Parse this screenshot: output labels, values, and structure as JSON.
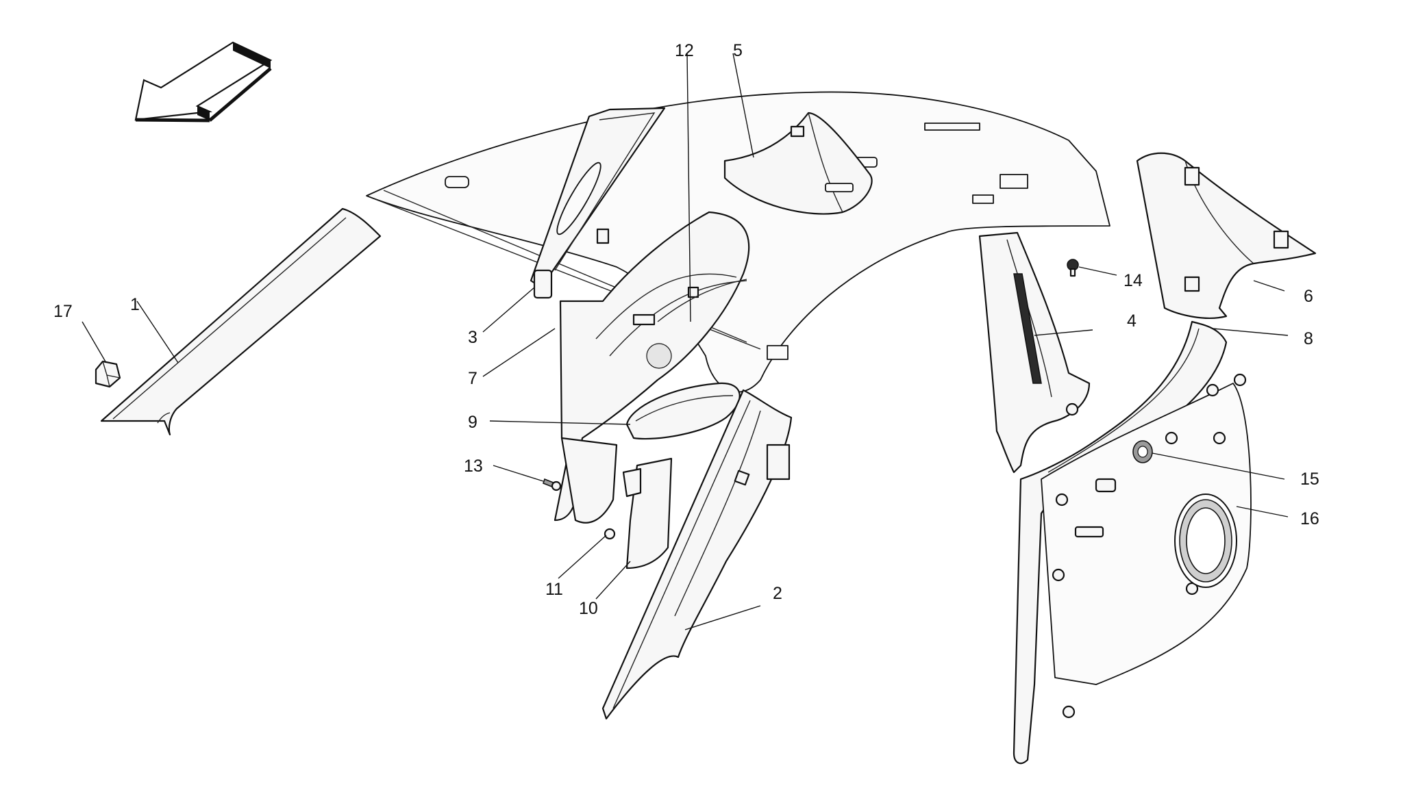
{
  "callouts": {
    "c1": "1",
    "c2": "2",
    "c3": "3",
    "c4": "4",
    "c5": "5",
    "c6": "6",
    "c7": "7",
    "c8": "8",
    "c9": "9",
    "c10": "10",
    "c11": "11",
    "c12": "12",
    "c13": "13",
    "c14": "14",
    "c15": "15",
    "c16": "16",
    "c17": "17"
  },
  "icons": {
    "direction_arrow": "direction-arrow-icon"
  },
  "colors": {
    "line": "#111111",
    "fill": "#f7f7f7",
    "background": "#ffffff"
  }
}
